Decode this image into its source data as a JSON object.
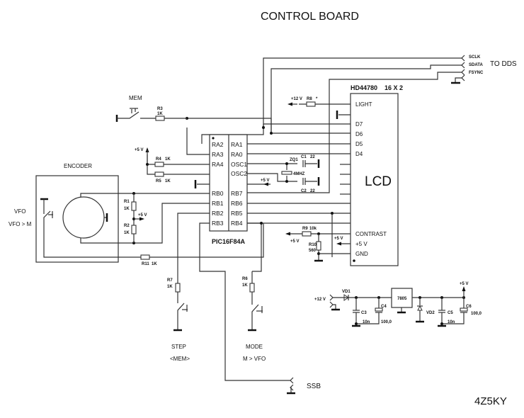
{
  "title": "CONTROL BOARD",
  "author": "4Z5KY",
  "dds": {
    "label": "TO DDS",
    "signals": [
      "SCLK",
      "SDATA",
      "FSYNC"
    ]
  },
  "mcu": {
    "name": "PIC16F84A",
    "left_pins": [
      "RA2",
      "RA3",
      "RA4",
      "",
      "RB0",
      "RB1",
      "RB2",
      "RB3"
    ],
    "right_pins": [
      "RA1",
      "RA0",
      "OSC1",
      "OSC2",
      "RB7",
      "RB6",
      "RB5",
      "RB4"
    ]
  },
  "lcd": {
    "model": "HD44780",
    "size": "16 X 2",
    "label": "LCD",
    "pins_top": [
      "LIGHT",
      "D7",
      "D6",
      "D5",
      "D4"
    ],
    "pins_bottom": [
      "CONTRAST",
      "+5 V",
      "GND"
    ]
  },
  "components": {
    "r1": {
      "ref": "R1",
      "value": "1K"
    },
    "r2": {
      "ref": "R2",
      "value": "1K"
    },
    "r3": {
      "ref": "R3",
      "value": "1K"
    },
    "r4": {
      "ref": "R4",
      "value": "1K"
    },
    "r5": {
      "ref": "R5",
      "value": "1K"
    },
    "r6": {
      "ref": "R6",
      "value": "1K"
    },
    "r7": {
      "ref": "R7",
      "value": "1K"
    },
    "r8": {
      "ref": "R8",
      "value": "*"
    },
    "r9": {
      "ref": "R9",
      "value": "10k"
    },
    "r10": {
      "ref": "R10",
      "value": "560"
    },
    "r11": {
      "ref": "R11",
      "value": "1K"
    },
    "c1": {
      "ref": "C1",
      "value": "22"
    },
    "c2": {
      "ref": "C2",
      "value": "22"
    },
    "c3": {
      "ref": "C3",
      "value": "10n"
    },
    "c4": {
      "ref": "C4",
      "value": "100,0"
    },
    "c5": {
      "ref": "C5",
      "value": "10n"
    },
    "c6": {
      "ref": "C6",
      "value": "100,0"
    },
    "zq1": {
      "ref": "ZQ1",
      "value": "4MHZ"
    },
    "vd1": {
      "ref": "VD1"
    },
    "vd2": {
      "ref": "VD2"
    },
    "reg": {
      "ref": "7805"
    }
  },
  "rails": {
    "plus5": "+5 V",
    "plus12": "+12 V"
  },
  "switches": {
    "mem": {
      "label": "MEM"
    },
    "encoder": {
      "label": "ENCODER"
    },
    "vfo": {
      "label": "VFO",
      "sub": "VFO > M"
    },
    "step": {
      "label": "STEP",
      "sub": "<MEM>"
    },
    "mode": {
      "label": "MODE",
      "sub": "M > VFO"
    },
    "ssb": {
      "label": "SSB"
    }
  }
}
